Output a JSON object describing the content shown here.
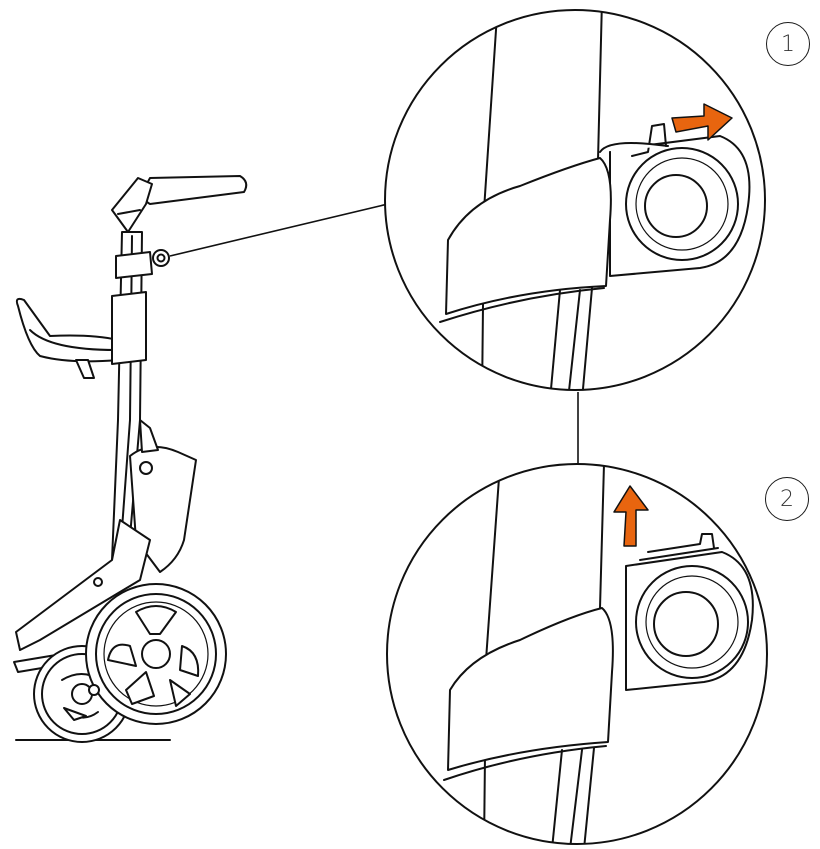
{
  "steps": [
    {
      "number": "1",
      "arrow_direction": "right"
    },
    {
      "number": "2",
      "arrow_direction": "up"
    }
  ],
  "colors": {
    "line": "#111111",
    "arrow": "#e8650f",
    "background": "#ffffff"
  }
}
